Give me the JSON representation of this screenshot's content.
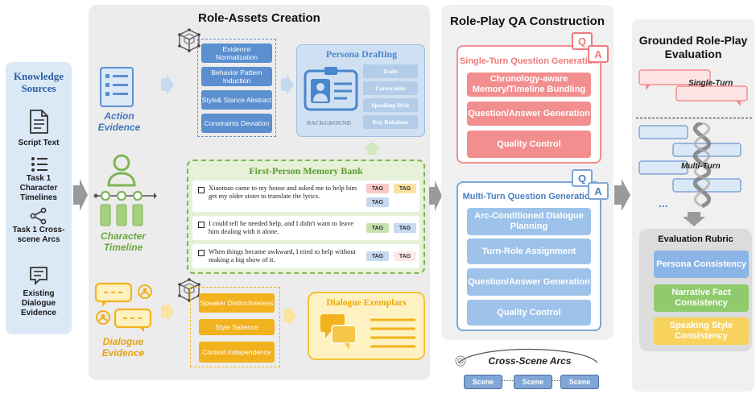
{
  "knowledge_sources": {
    "title": "Knowledge Sources",
    "items": [
      {
        "icon": "script-document-icon",
        "label": "Script Text"
      },
      {
        "icon": "timeline-list-icon",
        "label": "Task 1 Character Timelines"
      },
      {
        "icon": "share-nodes-icon",
        "label": "Task 1 Cross-scene Arcs"
      },
      {
        "icon": "dialogue-document-icon",
        "label": "Existing Dialogue Evidence"
      }
    ]
  },
  "role_assets": {
    "title": "Role-Assets Creation",
    "action_evidence": {
      "label": "Action Evidence",
      "steps": [
        "Evidence Normalization",
        "Behavior Pattern Induction",
        "Style& Stance Abstract",
        "Constraints Deviation"
      ]
    },
    "character_timeline": {
      "label": "Character Timeline"
    },
    "dialogue_evidence": {
      "label": "Dialogue Evidence",
      "steps": [
        "Speaker Distinctiveness",
        "Style Salience",
        "Context Independence"
      ]
    },
    "persona": {
      "title": "Persona Drafting",
      "background_label": "BACKGROUND",
      "tags": [
        "Traits",
        "Constraints",
        "Speaking Style",
        "Key Relations"
      ]
    },
    "memory_bank": {
      "title": "First-Person Memory Bank",
      "entries": [
        {
          "text": "Xiaomao came to my house and asked me to help him get my older sister to translate the lyrics.",
          "tags": [
            "TAG",
            "TAG",
            "TAG"
          ]
        },
        {
          "text": "I could tell he needed help, and I didn't want to leave him dealing with it alone.",
          "tags": [
            "TAG",
            "TAG"
          ]
        },
        {
          "text": "When things became awkward, I tried to help without making a big show of it.",
          "tags": [
            "TAG",
            "TAG"
          ]
        }
      ]
    },
    "exemplars": {
      "title": "Dialogue Exemplars"
    }
  },
  "qa_construction": {
    "title": "Role-Play QA Construction",
    "single_turn": {
      "title": "Single-Turn Question Generation",
      "steps": [
        "Chronology-aware Memory/Timeline Bundling",
        "Question/Answer Generation",
        "Quality Control"
      ]
    },
    "multi_turn": {
      "title": "Multi-Turn Question Generation",
      "steps": [
        "Arc-Conditioned Dialogue Planning",
        "Turn-Role Assignment",
        "Question/Answer Generation",
        "Quality Control"
      ]
    },
    "badge_q": "Q",
    "badge_a": "A",
    "cross_scene": {
      "label": "Cross-Scene Arcs",
      "scenes": [
        "Scene",
        "Scene",
        "Scene"
      ]
    }
  },
  "evaluation": {
    "title": "Grounded Role-Play Evaluation",
    "single_turn_label": "Single-Turn",
    "multi_turn_label": "Multi-Turn",
    "ellipsis": "...",
    "rubric": {
      "title": "Evaluation Rubric",
      "items": [
        "Persona Consistency",
        "Narrative Fact Consistency",
        "Speaking Style Consistency"
      ]
    }
  },
  "colors": {
    "blue": "#5b8fd0",
    "green": "#7fb456",
    "gold": "#f1b21e",
    "red": "#f28e8e"
  }
}
